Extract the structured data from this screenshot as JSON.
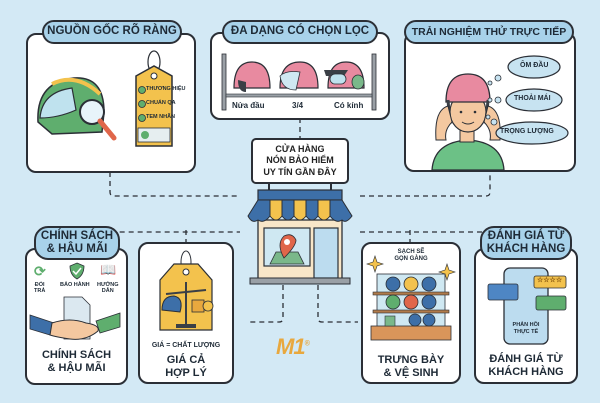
{
  "colors": {
    "background": "#d3e9f5",
    "pill": "#a8d2ea",
    "outline": "#2b2f36",
    "accent_yellow": "#f3c24d",
    "accent_green": "#5fae6e",
    "accent_blue": "#3d6fa8",
    "accent_pink": "#e88aa0",
    "logo": "#e8a83e"
  },
  "center": {
    "sign_lines": [
      "CỬA HÀNG",
      "NÓN BẢO HIỂM",
      "UY TÍN GẦN ĐÂY"
    ],
    "icon": "storefront-with-map-pin-icon"
  },
  "logo": {
    "text": "M1",
    "mark": "®"
  },
  "top_cards": [
    {
      "title": "NGUỒN GỐC RÕ RÀNG",
      "icon": "helmet-magnifier-icon",
      "tag_items": [
        "THƯƠNG HIỆU",
        "CHUẨN QA",
        "TEM NHÃN"
      ]
    },
    {
      "title": "ĐA DẠNG CÓ CHỌN LỌC",
      "helmets": [
        "Nửa đầu",
        "3/4",
        "Có kính"
      ]
    },
    {
      "title": "TRẢI NGHIỆM THỬ TRỰC TIẾP",
      "icon": "person-trying-helmet-icon",
      "thoughts": [
        "ÔM ĐẦU",
        "THOẢI MÁI",
        "TRỌNG LƯỢNG"
      ]
    }
  ],
  "bottom_cards": [
    {
      "pill": [
        "CHÍNH SÁCH",
        "& HẬU MÃI"
      ],
      "icons": [
        {
          "name": "return-arrows-icon",
          "label": [
            "ĐỔI",
            "TRẢ"
          ]
        },
        {
          "name": "shield-check-icon",
          "label": [
            "BẢO HÀNH"
          ]
        },
        {
          "name": "book-icon",
          "label": [
            "HƯỚNG",
            "DẪN"
          ]
        }
      ],
      "caption": [
        "CHÍNH SÁCH",
        "& HẬU MÃI"
      ]
    },
    {
      "formula": "GIÁ = CHẤT LƯỢNG",
      "caption": [
        "GIÁ CẢ",
        "HỢP LÝ"
      ],
      "icon": "price-tag-scale-icon"
    },
    {
      "top_text": [
        "SẠCH SẼ",
        "GỌN GÀNG"
      ],
      "caption": [
        "TRƯNG BÀY",
        "& VỆ SINH"
      ],
      "icon": "helmet-shelf-icon"
    },
    {
      "pill": [
        "ĐÁNH GIÁ TỪ",
        "KHÁCH HÀNG"
      ],
      "phone_text": [
        "PHẢN HỒI",
        "THỰC TẾ"
      ],
      "stars": "☆☆☆☆",
      "caption": [
        "ĐÁNH GIÁ TỪ",
        "KHÁCH HÀNG"
      ]
    }
  ]
}
